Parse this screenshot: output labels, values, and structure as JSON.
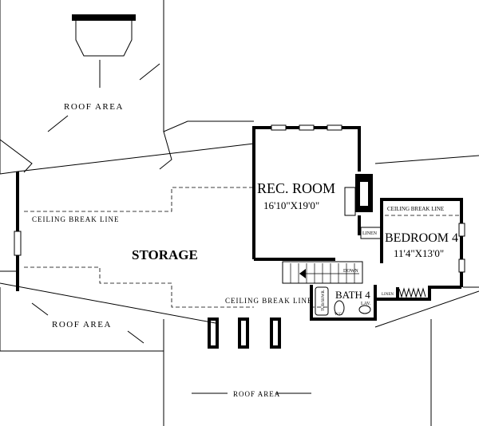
{
  "plan": {
    "roof_areas": [
      "ROOF AREA",
      "ROOF AREA",
      "ROOF AREA"
    ],
    "ceiling_break_lines": [
      "CEILING BREAK LINE",
      "CEILING BREAK LINE",
      "CEILING BREAK LINE"
    ],
    "rooms": {
      "rec_room": {
        "name": "REC. ROOM",
        "size": "16'10\"X19'0\""
      },
      "bedroom": {
        "name": "BEDROOM 4",
        "size": "11'4\"X13'0\""
      },
      "bath": {
        "name": "BATH 4"
      },
      "storage": {
        "name": "STORAGE"
      }
    },
    "labels": {
      "linen_1": "LINEN",
      "linen_2": "LINEN",
      "down": "DOWN",
      "tub": "TUB/SHWR.",
      "wc": "W.C.",
      "lav": "LAV."
    }
  }
}
